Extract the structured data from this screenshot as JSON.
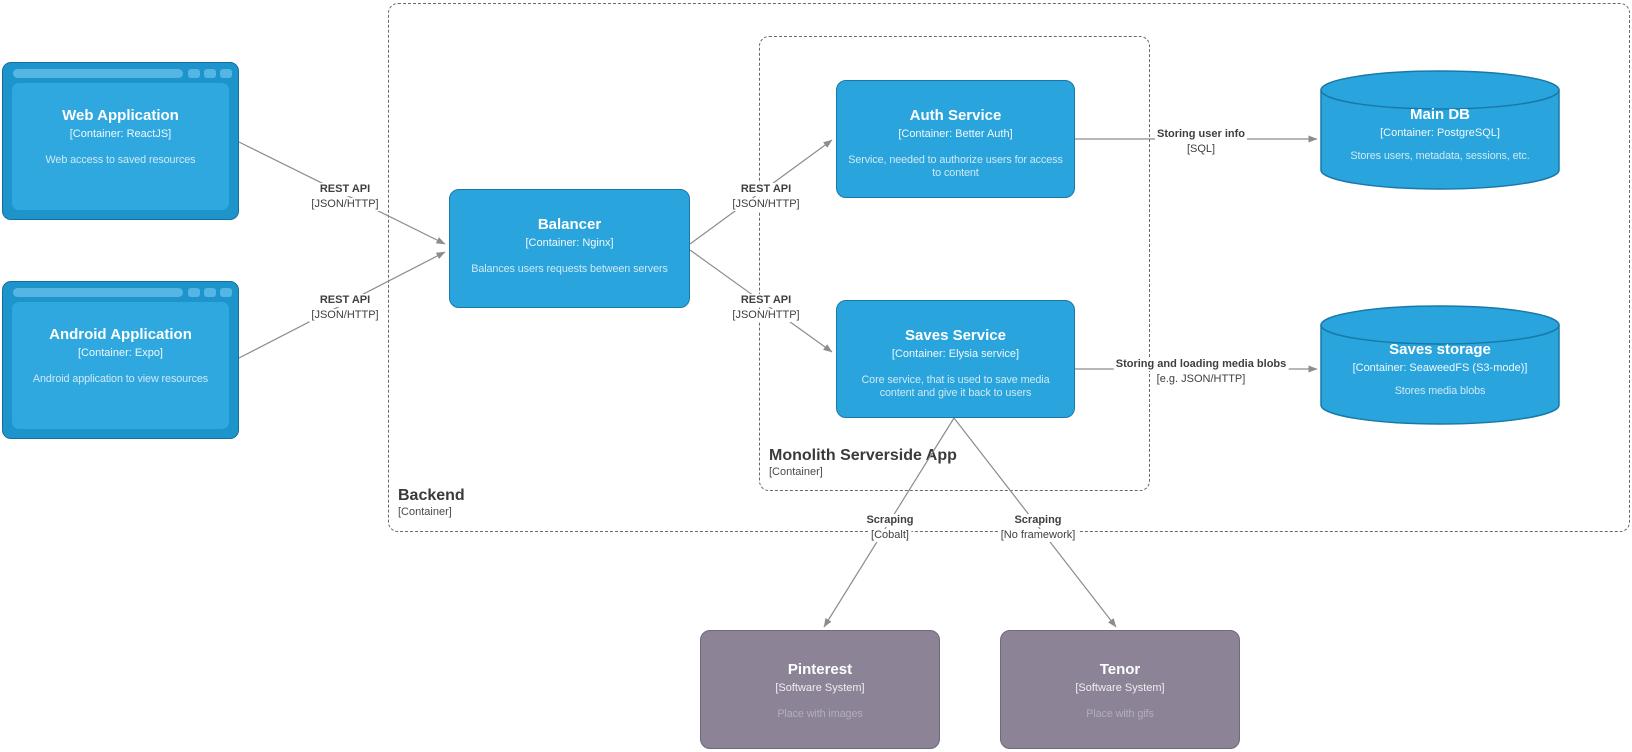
{
  "colors": {
    "container_blue_fill": "#2AA4DC",
    "container_blue_stroke": "#1879A8",
    "browser_frame": "#1E94CC",
    "browser_inner": "#2EA8DF",
    "browser_pill": "#55B6E4",
    "external_gray_fill": "#8C8496",
    "external_gray_stroke": "#70687B",
    "edge_gray": "#8C8C8C",
    "group_border": "#666A6D"
  },
  "containers": {
    "backend": {
      "title": "Backend",
      "type": "[Container]"
    },
    "monolith": {
      "title": "Monolith Serverside App",
      "type": "[Container]"
    }
  },
  "nodes": {
    "web_app": {
      "title": "Web Application",
      "tech": "[Container: ReactJS]",
      "description": "Web access to saved resources"
    },
    "android_app": {
      "title": "Android Application",
      "tech": "[Container: Expo]",
      "description": "Android application to view resources"
    },
    "balancer": {
      "title": "Balancer",
      "tech": "[Container: Nginx]",
      "description": "Balances users requests between servers"
    },
    "auth_service": {
      "title": "Auth Service",
      "tech": "[Container: Better Auth]",
      "description": "Service, needed to authorize users for access to content"
    },
    "saves_service": {
      "title": "Saves Service",
      "tech": "[Container: Elysia service]",
      "description": "Core service, that is used to save media content and give it back to users"
    },
    "main_db": {
      "title": "Main DB",
      "tech": "[Container: PostgreSQL]",
      "description": "Stores users, metadata, sessions, etc."
    },
    "saves_storage": {
      "title": "Saves storage",
      "tech": "[Container: SeaweedFS (S3-mode)]",
      "description": "Stores media blobs"
    },
    "pinterest": {
      "title": "Pinterest",
      "tech": "[Software System]",
      "description": "Place with images"
    },
    "tenor": {
      "title": "Tenor",
      "tech": "[Software System]",
      "description": "Place with gifs"
    }
  },
  "edges": {
    "web_to_balancer": {
      "label": "REST API",
      "tech": "[JSON/HTTP]"
    },
    "android_to_balancer": {
      "label": "REST API",
      "tech": "[JSON/HTTP]"
    },
    "balancer_to_auth": {
      "label": "REST API",
      "tech": "[JSON/HTTP]"
    },
    "balancer_to_saves": {
      "label": "REST API",
      "tech": "[JSON/HTTP]"
    },
    "auth_to_main_db": {
      "label": "Storing user info",
      "tech": "[SQL]"
    },
    "saves_to_storage": {
      "label": "Storing and loading media blobs",
      "tech": "[e.g. JSON/HTTP]"
    },
    "saves_to_pinterest": {
      "label": "Scraping",
      "tech": "[Cobalt]"
    },
    "saves_to_tenor": {
      "label": "Scraping",
      "tech": "[No framework]"
    }
  }
}
